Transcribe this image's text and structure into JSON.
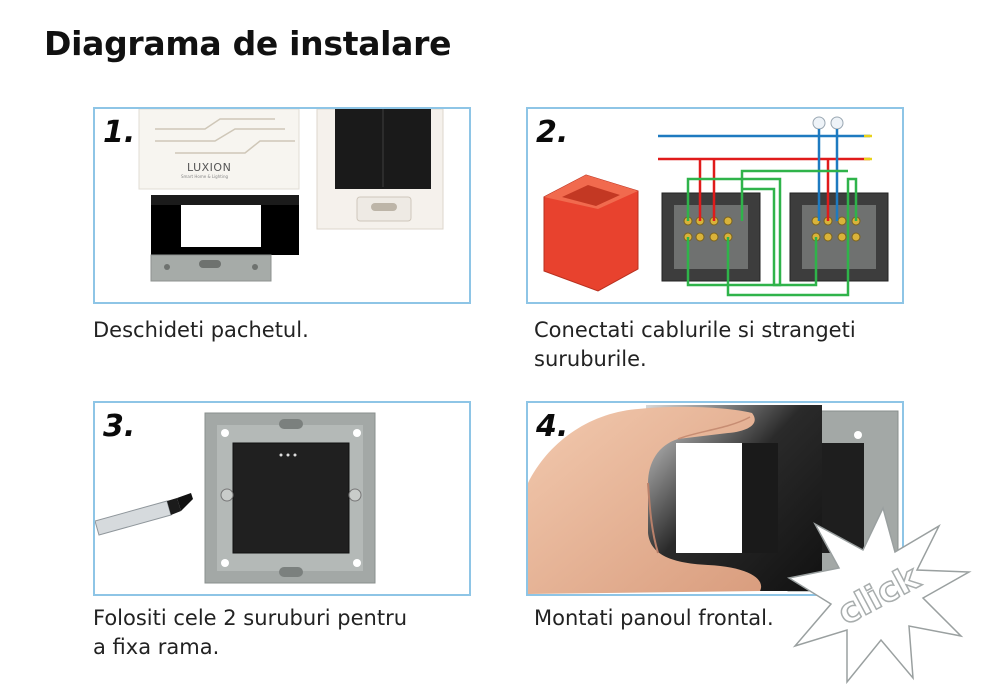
{
  "page": {
    "title": "Diagrama de instalare"
  },
  "steps": [
    {
      "number": "1.",
      "caption_lines": [
        "Deschideti pachetul."
      ],
      "box_logo": "LUXION",
      "box_logo_sub": "Smart Home & Lighting"
    },
    {
      "number": "2.",
      "caption_lines": [
        "Conectati cablurile si strangeti",
        "suruburile."
      ]
    },
    {
      "number": "3.",
      "caption_lines": [
        "Folositi cele 2 suruburi pentru",
        "a fixa rama."
      ]
    },
    {
      "number": "4.",
      "caption_lines": [
        "Montati panoul frontal."
      ]
    }
  ],
  "click_badge": "click",
  "colors": {
    "panel_border": "#8ec5e6",
    "wire_red": "#e01b1b",
    "wire_blue": "#1e7ac0",
    "wire_green": "#2fb34a",
    "wire_yellow": "#e8d21a",
    "mount_box": "#e8422e",
    "frame_gray": "#a3a8a6",
    "switch_black": "#1b1b1b"
  }
}
